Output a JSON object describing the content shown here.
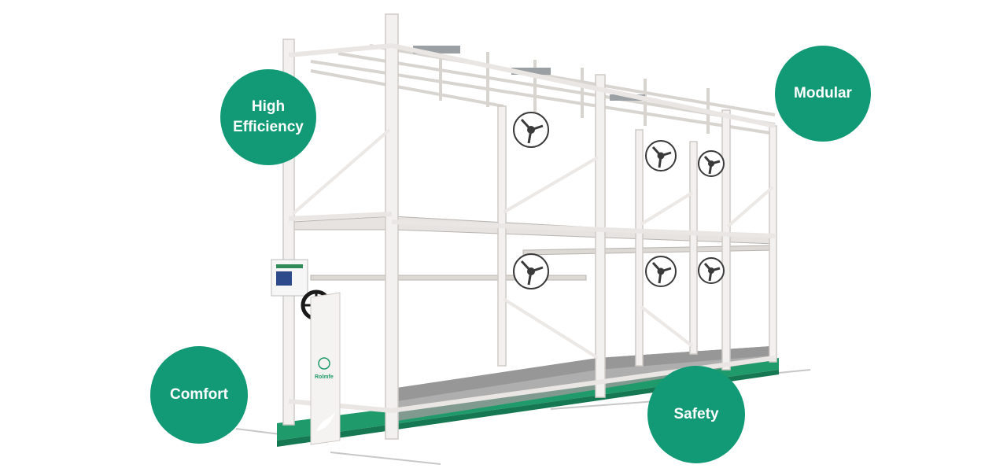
{
  "colors": {
    "accent": "#129a76",
    "frame": "#f3f1ef",
    "frame_edge": "#cfcac6",
    "base_green": "#1f9a6a",
    "tray_gray": "#8a8a8a",
    "fan_gray": "#3a3a3a"
  },
  "features": {
    "high_efficiency": "High\nEfficiency",
    "modular": "Modular",
    "comfort": "Comfort",
    "safety": "Safety"
  },
  "product": {
    "brand_mark": "Rolmfe",
    "icon": "leaf-icon"
  }
}
